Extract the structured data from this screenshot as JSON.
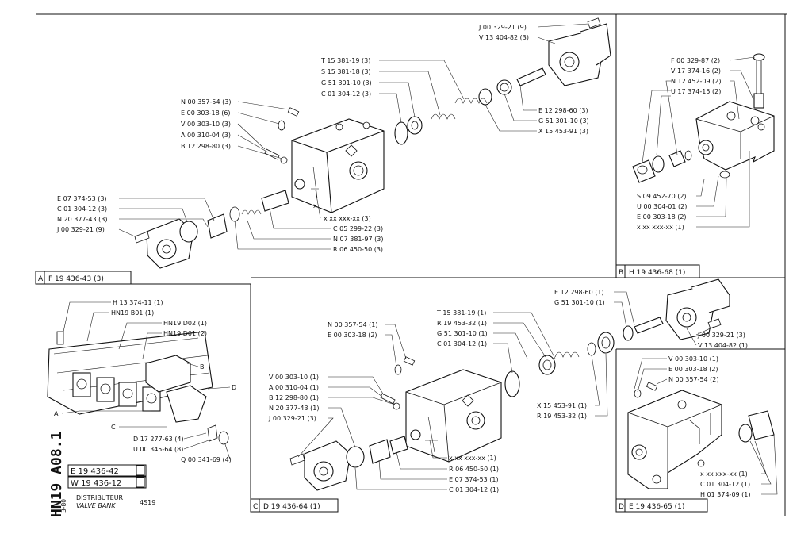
{
  "panel_A": {
    "letter": "A",
    "code": "F 19 436-43 (3)",
    "labels_left": [
      "N 00 357-54 (3)",
      "E 00 303-18 (6)",
      "V 00 303-10 (3)",
      "A 00 310-04 (3)",
      "B 12 298-80 (3)"
    ],
    "labels_top": [
      "T 15 381-19 (3)",
      "S 15 381-18 (3)",
      "G 51 301-10 (3)",
      "C 01 304-12 (3)"
    ],
    "labels_topright": [
      "J 00 329-21 (9)",
      "V 13 404-82 (3)"
    ],
    "labels_right": [
      "E 12 298-60 (3)",
      "G 51 301-10 (3)",
      "X 15 453-91 (3)"
    ],
    "labels_bottomleft": [
      "E 07 374-53 (3)",
      "C 01 304-12 (3)",
      "N 20 377-43 (3)",
      "J 00 329-21 (9)"
    ],
    "labels_bottom": [
      "x xx xxx-xx (3)",
      "C 05 299-22 (3)",
      "N 07 381-97 (3)",
      "R 06 450-50 (3)"
    ]
  },
  "panel_B": {
    "letter": "B",
    "code": "H 19 436-68 (1)",
    "labels_top": [
      "F 00 329-87 (2)",
      "V 17 374-16 (2)",
      "N 12 452-09 (2)",
      "U 17 374-15 (2)"
    ],
    "labels_bottom": [
      "S 09 452-70 (2)",
      "U 00 304-01 (2)",
      "E 00 303-18 (2)",
      "x xx xxx-xx (1)"
    ]
  },
  "panel_C": {
    "letter": "C",
    "code": "D 19 436-64 (1)",
    "labels_top": [
      "E 12 298-60 (1)",
      "G 51 301-10 (1)",
      "T 15 381-19 (1)",
      "R 19 453-32 (1)",
      "G 51 301-10 (1)",
      "C 01 304-12 (1)"
    ],
    "labels_left_top": [
      "N 00 357-54 (1)",
      "E 00 303-18 (2)"
    ],
    "labels_left": [
      "V 00 303-10 (1)",
      "A 00 310-04 (1)",
      "B 12 298-80 (1)",
      "N 20 377-43 (1)",
      "J 00 329-21 (3)"
    ],
    "labels_right": [
      "J 00 329-21 (3)",
      "V 13 404-82 (1)"
    ],
    "labels_mid": [
      "X 15 453-91 (1)",
      "R 19 453-32 (1)"
    ],
    "labels_bottom": [
      "x xx xxx-xx (1)",
      "R 06 450-50 (1)",
      "E 07 374-53 (1)",
      "C 01 304-12 (1)"
    ]
  },
  "panel_D": {
    "letter": "D",
    "code": "E 19 436-65 (1)",
    "labels_top": [
      "V 00 303-10 (1)",
      "E 00 303-18 (2)",
      "N 00 357-54 (2)"
    ],
    "labels_bottom": [
      "x xx xxx-xx (1)",
      "C 01 304-12 (1)",
      "H 01 374-09 (1)"
    ]
  },
  "overview": {
    "labels": [
      "H 13 374-11 (1)",
      "HN19 B01 (1)",
      "HN19 D02 (1)",
      "HN19 D01 (2)",
      "D 17 277-63 (4)",
      "U 00 345-64 (8)",
      "Q 00 341-69 (4)"
    ],
    "callouts": [
      "B",
      "D",
      "A",
      "C"
    ]
  },
  "title_block": {
    "vertical_code": "HN19 A08.1",
    "ref1": "E 19 436-42",
    "ref2": "W 19 436-12",
    "page": "3-80",
    "title_fr": "DISTRIBUTEUR",
    "title_en": "VALVE BANK",
    "model": "4S19"
  }
}
